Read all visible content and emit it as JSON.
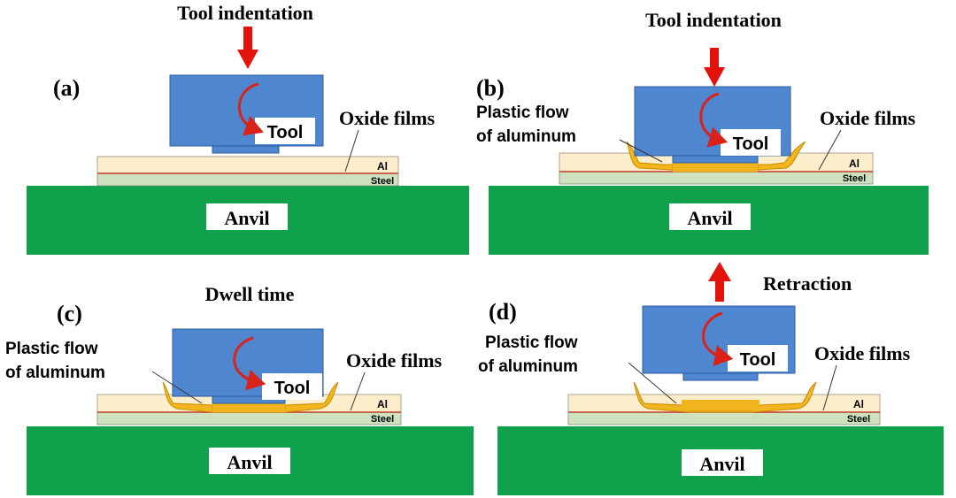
{
  "panels": {
    "a": {
      "letter": "(a)",
      "caption": "Tool indentation",
      "tool_label": "Tool",
      "oxide_label": "Oxide films",
      "al_label": "Al",
      "steel_label": "Steel",
      "anvil_label": "Anvil"
    },
    "b": {
      "letter": "(b)",
      "caption": "Tool indentation",
      "tool_label": "Tool",
      "oxide_label": "Oxide films",
      "flow_label_1": "Plastic flow",
      "flow_label_2": "of aluminum",
      "al_label": "Al",
      "steel_label": "Steel",
      "anvil_label": "Anvil"
    },
    "c": {
      "letter": "(c)",
      "caption": "Dwell time",
      "tool_label": "Tool",
      "oxide_label": "Oxide films",
      "flow_label_1": "Plastic flow",
      "flow_label_2": "of aluminum",
      "al_label": "Al",
      "steel_label": "Steel",
      "anvil_label": "Anvil"
    },
    "d": {
      "letter": "(d)",
      "caption": "Retraction",
      "tool_label": "Tool",
      "oxide_label": "Oxide films",
      "flow_label_1": "Plastic flow",
      "flow_label_2": "of aluminum",
      "al_label": "Al",
      "steel_label": "Steel",
      "anvil_label": "Anvil"
    }
  },
  "colors": {
    "tool": "#4f86d0",
    "anvil": "#0fa14b",
    "al": "#fdeecb",
    "steel": "#cfe2c0",
    "oxide": "#c0392b",
    "flow": "#f3b51e",
    "arrow": "#e3120b"
  }
}
